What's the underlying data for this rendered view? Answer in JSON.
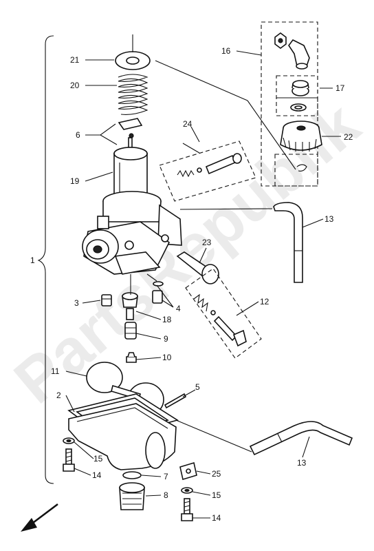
{
  "watermark": "PartsRepublik",
  "callouts": {
    "c1": "1",
    "c2": "2",
    "c3": "3",
    "c4": "4",
    "c5": "5",
    "c6": "6",
    "c7": "7",
    "c8": "8",
    "c9": "9",
    "c10": "10",
    "c11": "11",
    "c12": "12",
    "c13a": "13",
    "c13b": "13",
    "c14a": "14",
    "c14b": "14",
    "c15a": "15",
    "c15b": "15",
    "c16": "16",
    "c17": "17",
    "c18": "18",
    "c19": "19",
    "c20": "20",
    "c21": "21",
    "c22": "22",
    "c23": "23",
    "c24": "24",
    "c25": "25"
  },
  "icons": {
    "direction_arrow": "arrow-down-left-icon"
  }
}
